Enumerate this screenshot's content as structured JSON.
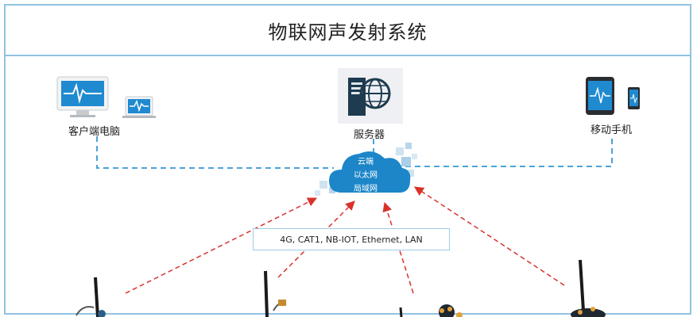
{
  "title": "物联网声发射系统",
  "nodes": {
    "client": {
      "label": "客户端电脑",
      "icon": "desktop-laptop-icon"
    },
    "server": {
      "label": "服务器",
      "icon": "server-globe-icon"
    },
    "mobile": {
      "label": "移动手机",
      "icon": "tablet-phone-icon"
    }
  },
  "cloud": {
    "icon": "cloud-icon",
    "lines": [
      "云端",
      "以太网",
      "局域网"
    ]
  },
  "protocols": "4G, CAT1, NB-IOT, Ethernet, LAN",
  "colors": {
    "frame": "#8fc3e1",
    "link_dashed": "#4aa3d8",
    "uplink_dashed": "#d9322b",
    "cloud": "#1c86c8",
    "monitor_screen": "#1f8ad0"
  },
  "devices": [
    "antenna-sensor-icon",
    "antenna-sensor-icon",
    "antenna-sensor-icon",
    "antenna-sensor-icon"
  ]
}
